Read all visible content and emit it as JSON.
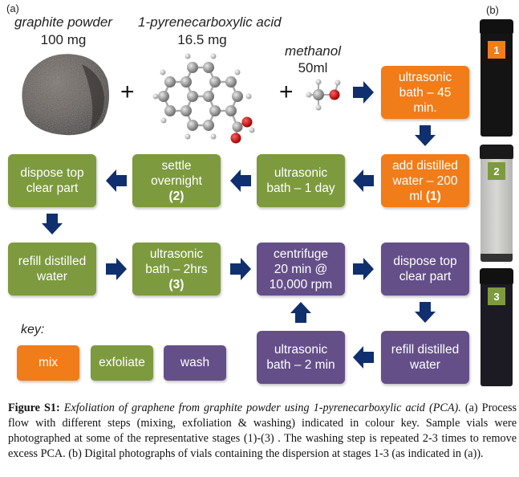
{
  "panel_a_label": "(a)",
  "panel_b_label": "(b)",
  "ingredients": [
    {
      "name": "graphite powder",
      "amount": "100 mg",
      "icon": "graphite-powder-pile"
    },
    {
      "name": "1-pyrenecarboxylic acid",
      "amount": "16.5 mg",
      "icon": "pyrenecarboxylic-acid-molecule"
    },
    {
      "name": "methanol",
      "amount": "50ml",
      "icon": "methanol-molecule"
    }
  ],
  "plus_symbol": "+",
  "steps": [
    {
      "id": "mix-ultrasonic",
      "lines": [
        "ultrasonic",
        "bath – 45",
        "min."
      ],
      "stage": "",
      "category": "mix"
    },
    {
      "id": "mix-add-water",
      "lines": [
        "add distilled",
        "water – 200",
        "ml "
      ],
      "stage": "(1)",
      "category": "mix"
    },
    {
      "id": "exf-ultrasonic-day",
      "lines": [
        "ultrasonic",
        "bath – 1 day"
      ],
      "stage": "",
      "category": "exfoliate"
    },
    {
      "id": "exf-settle",
      "lines": [
        "settle",
        "overnight"
      ],
      "stage": "(2)",
      "category": "exfoliate"
    },
    {
      "id": "exf-dispose",
      "lines": [
        "dispose top",
        "clear part"
      ],
      "stage": "",
      "category": "exfoliate"
    },
    {
      "id": "exf-refill",
      "lines": [
        "refill distilled",
        "water"
      ],
      "stage": "",
      "category": "exfoliate"
    },
    {
      "id": "exf-ultrasonic-2hrs",
      "lines": [
        "ultrasonic",
        "bath – 2hrs"
      ],
      "stage": "(3)",
      "category": "exfoliate"
    },
    {
      "id": "wash-centrifuge",
      "lines": [
        "centrifuge",
        "20 min @",
        "10,000 rpm"
      ],
      "stage": "",
      "category": "wash"
    },
    {
      "id": "wash-dispose",
      "lines": [
        "dispose top",
        "clear part"
      ],
      "stage": "",
      "category": "wash"
    },
    {
      "id": "wash-refill",
      "lines": [
        "refill distilled",
        "water"
      ],
      "stage": "",
      "category": "wash"
    },
    {
      "id": "wash-ultrasonic-2min",
      "lines": [
        "ultrasonic",
        "bath – 2 min"
      ],
      "stage": "",
      "category": "wash"
    }
  ],
  "key": {
    "label": "key:",
    "items": [
      {
        "label": "mix",
        "color": "#f07c1a"
      },
      {
        "label": "exfoliate",
        "color": "#7d9a3f"
      },
      {
        "label": "wash",
        "color": "#644f89"
      }
    ]
  },
  "colors": {
    "mix": "#f07c1a",
    "exfoliate": "#7d9a3f",
    "wash": "#644f89",
    "arrow": "#0f2f6e"
  },
  "vials": [
    {
      "tag": "1",
      "tag_color": "#f07c1a",
      "liquid": "black dispersion"
    },
    {
      "tag": "2",
      "tag_color": "#7d9a3f",
      "liquid": "clear with sediment"
    },
    {
      "tag": "3",
      "tag_color": "#7d9a3f",
      "liquid": "dark dispersion"
    }
  ],
  "caption": {
    "figure_label": "Figure S1:",
    "title": "Exfoliation of graphene from graphite powder using 1-pyrenecarboxylic acid (PCA).",
    "body": "(a) Process flow with different steps (mixing, exfoliation & washing) indicated in colour key. Sample vials were photographed at some of the representative stages (1)-(3) . The washing step is repeated 2-3 times to remove excess PCA. (b) Digital photographs of vials containing the dispersion at stages 1-3 (as indicated in (a))."
  }
}
